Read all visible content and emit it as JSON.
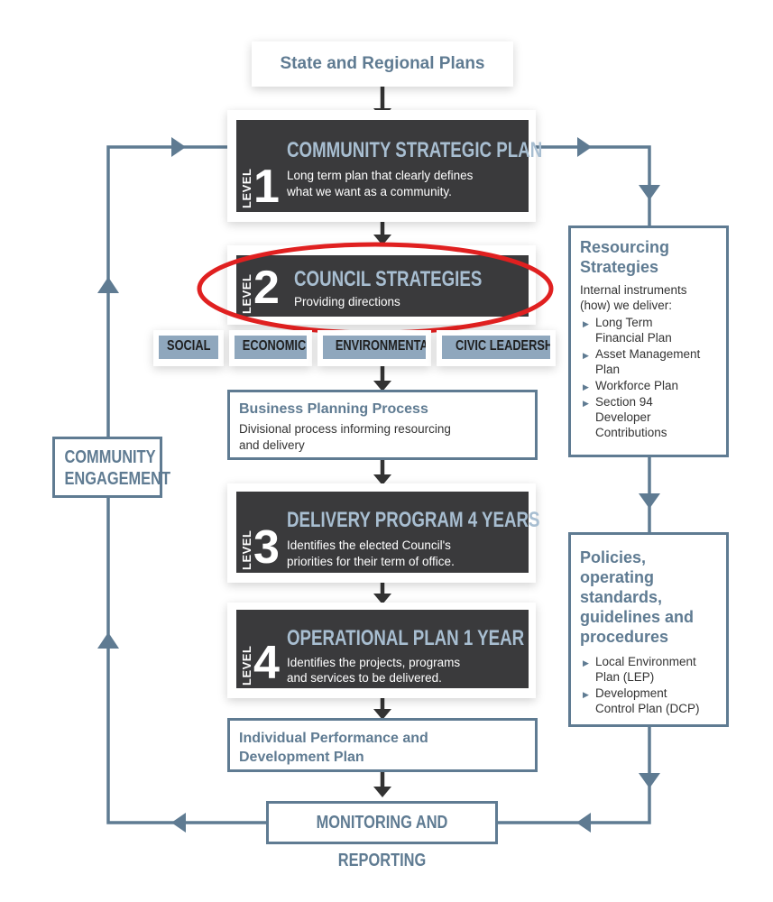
{
  "colors": {
    "accent": "#5f7b92",
    "dark_box": "#3a3a3c",
    "tag_fill": "#8fa7bd",
    "highlight_ellipse": "#e02020"
  },
  "top": {
    "title": "State and Regional Plans"
  },
  "level1": {
    "level_word": "LEVEL",
    "number": "1",
    "title": "COMMUNITY STRATEGIC PLAN",
    "desc_line1": "Long term plan that clearly defines",
    "desc_line2": "what we want as a community."
  },
  "level2": {
    "level_word": "LEVEL",
    "number": "2",
    "title": "COUNCIL STRATEGIES",
    "desc": "Providing directions"
  },
  "tags": [
    "SOCIAL",
    "ECONOMIC",
    "ENVIRONMENTAL",
    "CIVIC LEADERSHIP"
  ],
  "business": {
    "title": "Business Planning Process",
    "desc_line1": "Divisional process informing resourcing",
    "desc_line2": "and delivery"
  },
  "level3": {
    "level_word": "LEVEL",
    "number": "3",
    "title": "DELIVERY PROGRAM 4 YEARS",
    "desc_line1": "Identifies the elected Council's",
    "desc_line2": "priorities for their term of office."
  },
  "level4": {
    "level_word": "LEVEL",
    "number": "4",
    "title": "OPERATIONAL PLAN 1 YEAR",
    "desc_line1": "Identifies the projects, programs",
    "desc_line2": "and services to be delivered."
  },
  "individual": {
    "title_line1": "Individual Performance and",
    "title_line2": "Development Plan"
  },
  "monitoring": {
    "label": "MONITORING AND REPORTING"
  },
  "engagement": {
    "line1": "COMMUNITY",
    "line2": "ENGAGEMENT"
  },
  "resourcing": {
    "title_line1": "Resourcing",
    "title_line2": "Strategies",
    "sub_line1": "Internal instruments",
    "sub_line2": "(how) we deliver:",
    "items": [
      {
        "line1": "Long Term",
        "line2": "Financial Plan",
        "line3": ""
      },
      {
        "line1": "Asset Management",
        "line2": "Plan",
        "line3": ""
      },
      {
        "line1": "Workforce Plan",
        "line2": "",
        "line3": ""
      },
      {
        "line1": "Section 94",
        "line2": "Developer",
        "line3": "Contributions"
      }
    ]
  },
  "policies": {
    "title_line1": "Policies,",
    "title_line2": "operating",
    "title_line3": "standards,",
    "title_line4": "guidelines and",
    "title_line5": "procedures",
    "items": [
      {
        "line1": "Local Environment",
        "line2": "Plan (LEP)"
      },
      {
        "line1": "Development",
        "line2": "Control Plan (DCP)"
      }
    ]
  }
}
